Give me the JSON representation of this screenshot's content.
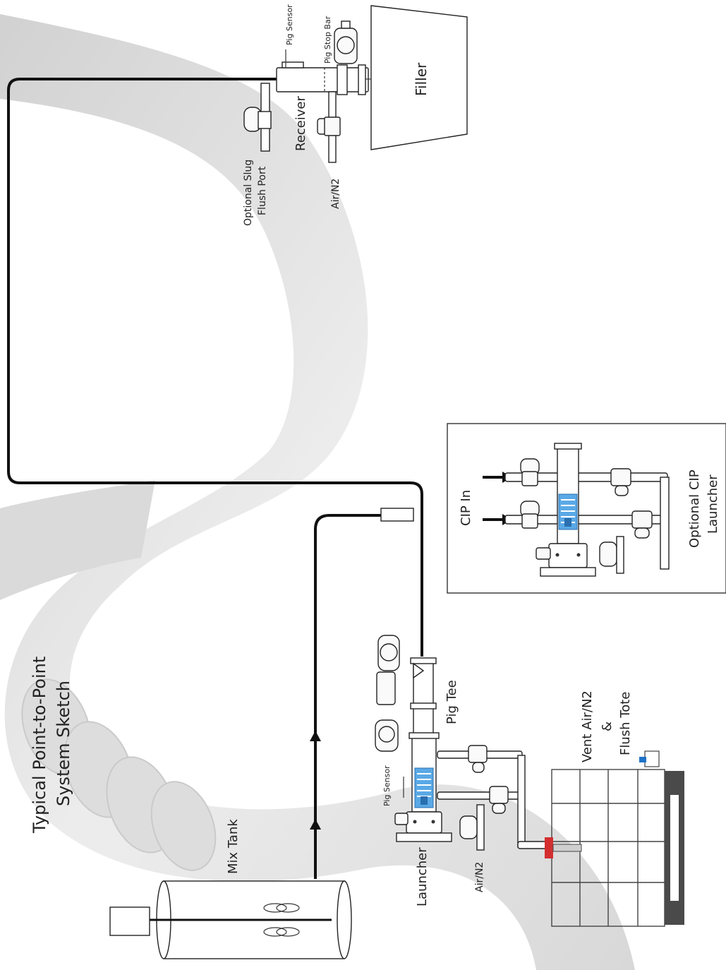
{
  "title_line1": "Typical Point-to-Point",
  "title_line2": "System Sketch",
  "labels": {
    "pig_sensor_top": "Pig Sensor",
    "pig_stop_bar": "Pig Stop Bar",
    "filler": "Filler",
    "receiver": "Receiver",
    "air_n2_top": "Air/N2",
    "optional_slug_line1": "Optional Slug",
    "optional_slug_line2": "Flush Port",
    "cip_in": "CIP In",
    "optional_cip_line1": "Optional CIP",
    "optional_cip_line2": "Launcher",
    "pig_tee": "Pig Tee",
    "pig_sensor_bottom": "Pig Sensor",
    "launcher": "Launcher",
    "air_n2_bottom": "Air/N2",
    "mix_tank": "Mix Tank",
    "vent_line1": "Vent Air/N2",
    "vent_line2": "&",
    "vent_line3": "Flush Tote"
  },
  "colors": {
    "background_pipe_shade": "#d9d9d9",
    "line": "#111111",
    "pig_glass_blue": "#5aa9e6",
    "tote_valve_red": "#d32f2f",
    "tote_cap_blue": "#1e73c8",
    "tote_pallet": "#4a4a4a"
  }
}
